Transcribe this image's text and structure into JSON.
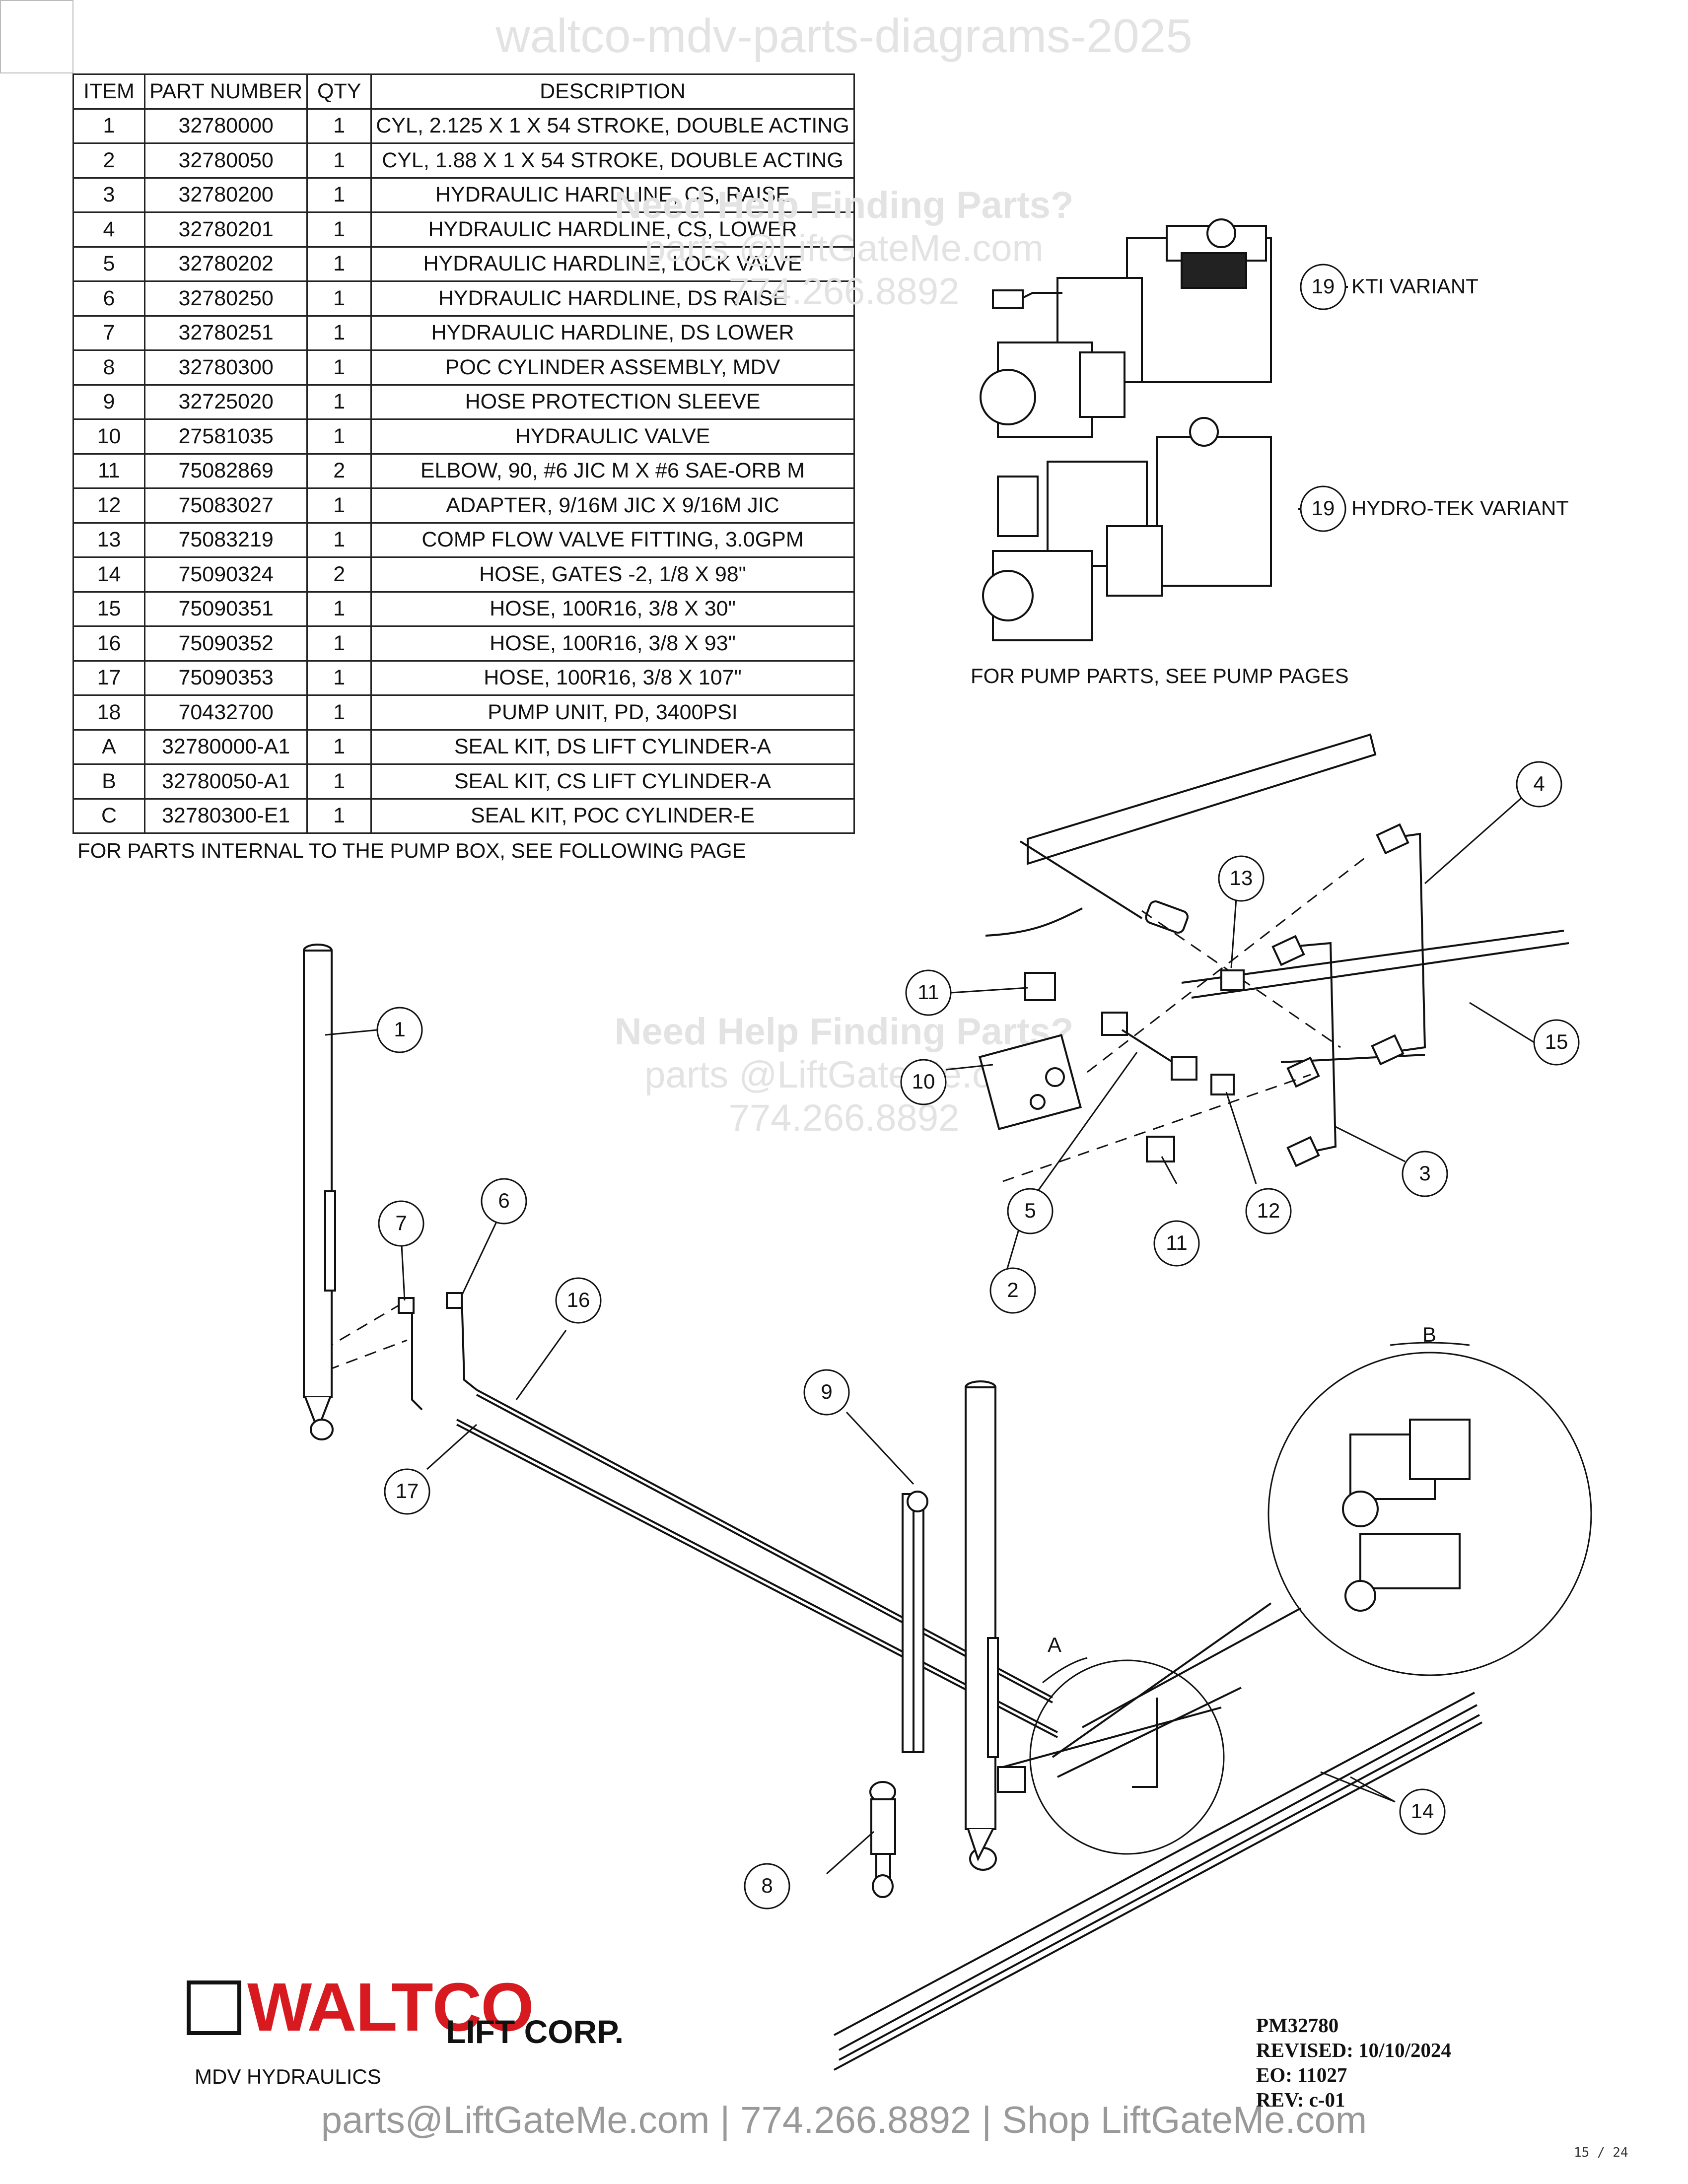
{
  "header": {
    "watermark": "waltco-mdv-parts-diagrams-2025"
  },
  "parts_table": {
    "headers": [
      "ITEM",
      "PART NUMBER",
      "QTY",
      "DESCRIPTION"
    ],
    "rows": [
      [
        "1",
        "32780000",
        "1",
        "CYL, 2.125 X 1 X 54 STROKE, DOUBLE ACTING"
      ],
      [
        "2",
        "32780050",
        "1",
        "CYL, 1.88 X 1 X 54 STROKE, DOUBLE ACTING"
      ],
      [
        "3",
        "32780200",
        "1",
        "HYDRAULIC HARDLINE, CS, RAISE"
      ],
      [
        "4",
        "32780201",
        "1",
        "HYDRAULIC HARDLINE, CS, LOWER"
      ],
      [
        "5",
        "32780202",
        "1",
        "HYDRAULIC HARDLINE, LOCK VALVE"
      ],
      [
        "6",
        "32780250",
        "1",
        "HYDRAULIC HARDLINE, DS RAISE"
      ],
      [
        "7",
        "32780251",
        "1",
        "HYDRAULIC HARDLINE, DS LOWER"
      ],
      [
        "8",
        "32780300",
        "1",
        "POC CYLINDER ASSEMBLY, MDV"
      ],
      [
        "9",
        "32725020",
        "1",
        "HOSE PROTECTION SLEEVE"
      ],
      [
        "10",
        "27581035",
        "1",
        "HYDRAULIC VALVE"
      ],
      [
        "11",
        "75082869",
        "2",
        "ELBOW, 90, #6 JIC M X #6 SAE-ORB M"
      ],
      [
        "12",
        "75083027",
        "1",
        "ADAPTER, 9/16M JIC X 9/16M JIC"
      ],
      [
        "13",
        "75083219",
        "1",
        "COMP FLOW VALVE FITTING, 3.0GPM"
      ],
      [
        "14",
        "75090324",
        "2",
        "HOSE, GATES -2, 1/8 X 98\""
      ],
      [
        "15",
        "75090351",
        "1",
        "HOSE, 100R16, 3/8 X 30\""
      ],
      [
        "16",
        "75090352",
        "1",
        "HOSE, 100R16, 3/8 X 93\""
      ],
      [
        "17",
        "75090353",
        "1",
        "HOSE, 100R16, 3/8 X 107\""
      ],
      [
        "18",
        "70432700",
        "1",
        "PUMP UNIT, PD, 3400PSI"
      ],
      [
        "A",
        "32780000-A1",
        "1",
        "SEAL KIT, DS LIFT CYLINDER-A"
      ],
      [
        "B",
        "32780050-A1",
        "1",
        "SEAL KIT, CS LIFT CYLINDER-A"
      ],
      [
        "C",
        "32780300-E1",
        "1",
        "SEAL KIT, POC CYLINDER-E"
      ]
    ],
    "note": "FOR PARTS INTERNAL TO THE PUMP BOX, SEE FOLLOWING PAGE"
  },
  "watermarks": {
    "upper": [
      "Need Help Finding Parts?",
      "parts @LiftGateMe.com",
      "774.266.8892"
    ],
    "middle": [
      "Need Help Finding Parts?",
      "parts @LiftGateMe.com",
      "774.266.8892"
    ]
  },
  "pump_section": {
    "kti_callout": "19",
    "kti_label": "KTI VARIANT",
    "hydrotek_callout": "19",
    "hydrotek_label": "HYDRO-TEK VARIANT",
    "note": "FOR PUMP PARTS, SEE PUMP PAGES"
  },
  "callouts": {
    "c1": "1",
    "c2": "2",
    "c3": "3",
    "c4": "4",
    "c5": "5",
    "c6": "6",
    "c7": "7",
    "c8": "8",
    "c9": "9",
    "c10": "10",
    "c11a": "11",
    "c11b": "11",
    "c12": "12",
    "c13": "13",
    "c14": "14",
    "c15": "15",
    "c16": "16",
    "c17": "17"
  },
  "detail_labels": {
    "A": "A",
    "B": "B"
  },
  "branding": {
    "logo_text": "WALTCO",
    "logo_sub": "LIFT CORP.",
    "subtitle": "MDV HYDRAULICS"
  },
  "doc_info": {
    "number": "PM32780",
    "revised": "REVISED: 10/10/2024",
    "eo": "EO: 11027",
    "rev": "REV: c-01"
  },
  "footer": {
    "contact": "parts@LiftGateMe.com | 774.266.8892 | Shop LiftGateMe.com",
    "page": "15 / 24"
  }
}
